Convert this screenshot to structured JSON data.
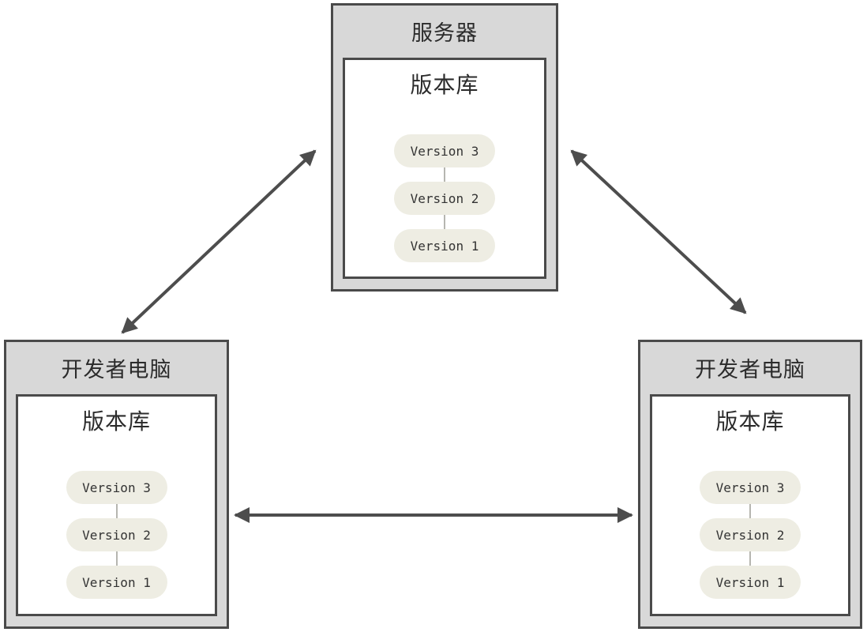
{
  "nodes": [
    {
      "id": "server",
      "title": "服务器",
      "repo": {
        "title": "版本库",
        "versions": [
          "Version 3",
          "Version 2",
          "Version 1"
        ]
      }
    },
    {
      "id": "developer-left",
      "title": "开发者电脑",
      "repo": {
        "title": "版本库",
        "versions": [
          "Version 3",
          "Version 2",
          "Version 1"
        ]
      }
    },
    {
      "id": "developer-right",
      "title": "开发者电脑",
      "repo": {
        "title": "版本库",
        "versions": [
          "Version 3",
          "Version 2",
          "Version 1"
        ]
      }
    }
  ],
  "edges": [
    {
      "from": "developer-left",
      "to": "server",
      "bidirectional": true
    },
    {
      "from": "server",
      "to": "developer-right",
      "bidirectional": true
    },
    {
      "from": "developer-left",
      "to": "developer-right",
      "bidirectional": true
    }
  ],
  "colors": {
    "background": "#ffffff",
    "node_fill": "#d8d8d8",
    "node_border": "#4a4a4a",
    "repo_fill": "#ffffff",
    "pill_fill": "#eeede3",
    "pill_text": "#333333",
    "connector": "#b6b6b0",
    "arrow": "#4d4d4d",
    "title_text": "#2b2b2b"
  }
}
